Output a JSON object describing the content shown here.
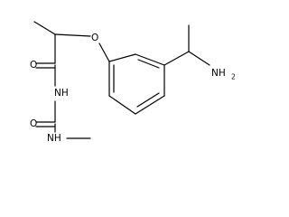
{
  "structure": {
    "atoms": {
      "ether_oxygen": "O",
      "carbonyl_oxygen": "O",
      "amide_nh": "NH",
      "urea_oxygen": "O",
      "methylamine_nh": "NH",
      "amine_n": "NH",
      "amine_subscript": "2"
    }
  }
}
